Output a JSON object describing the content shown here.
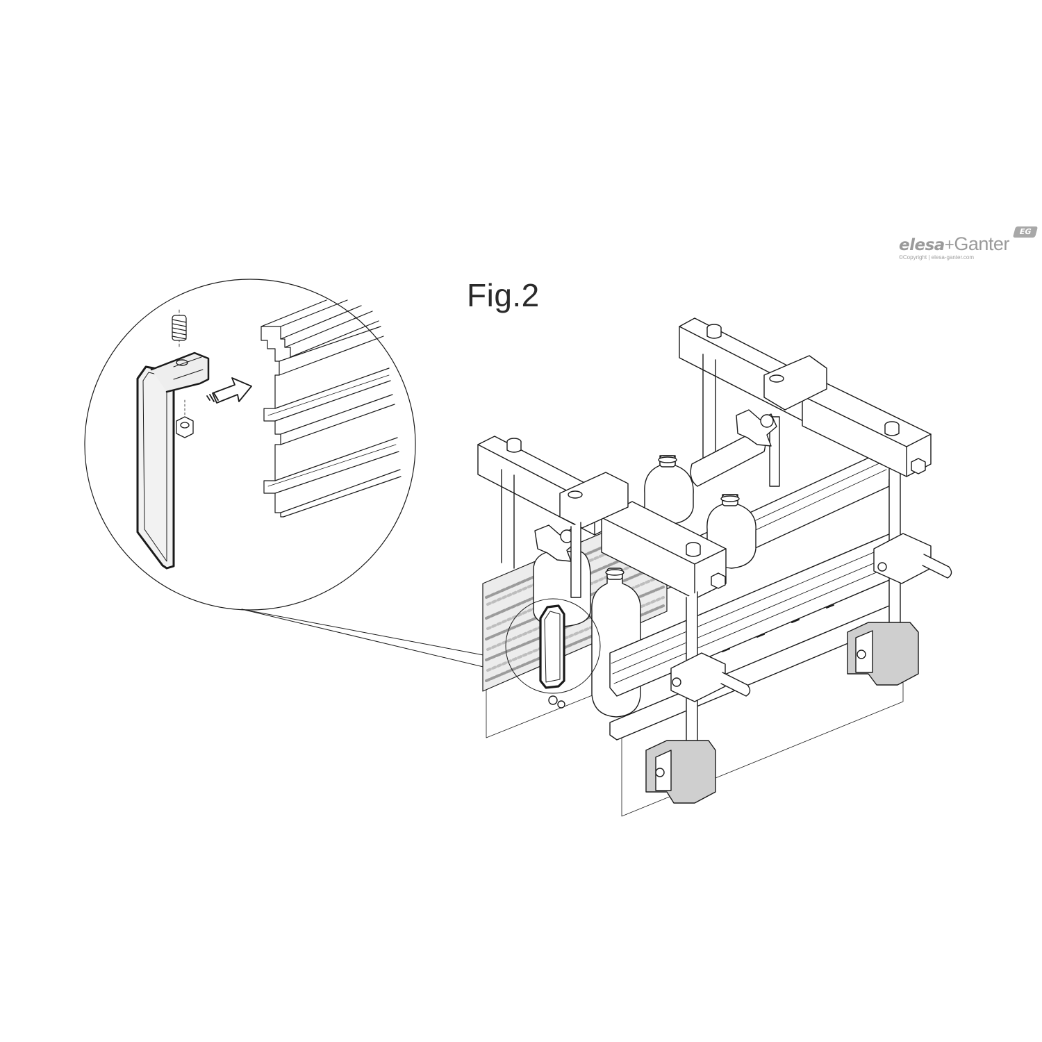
{
  "figure": {
    "title": "Fig.2"
  },
  "logo": {
    "brand_primary": "elesa",
    "plus": "+",
    "brand_secondary": "Ganter",
    "badge": "EG",
    "copyright": "©Copyright | elesa-ganter.com"
  },
  "colors": {
    "line": "#1a1a1a",
    "part_fill": "#f2f2f2",
    "dark_fill": "#cfcfcf"
  }
}
